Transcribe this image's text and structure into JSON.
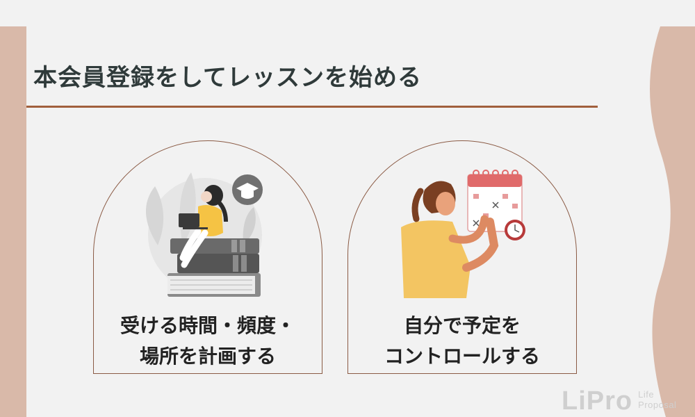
{
  "heading": {
    "title": "本会員登録をしてレッスンを始める"
  },
  "cards": [
    {
      "icon": "student-on-books-illustration",
      "line1": "受ける時間・頻度・",
      "line2": "場所を計画する"
    },
    {
      "icon": "woman-calendar-illustration",
      "line1": "自分で予定を",
      "line2": "コントロールする"
    }
  ],
  "logo": {
    "mark": "LiPro",
    "sub": "Life Proposal"
  },
  "colors": {
    "background": "#f2f2f2",
    "accent_band": "#d9b9a9",
    "rule": "#a15f3c",
    "card_border": "#8a5a44",
    "text": "#2f3a3a"
  }
}
